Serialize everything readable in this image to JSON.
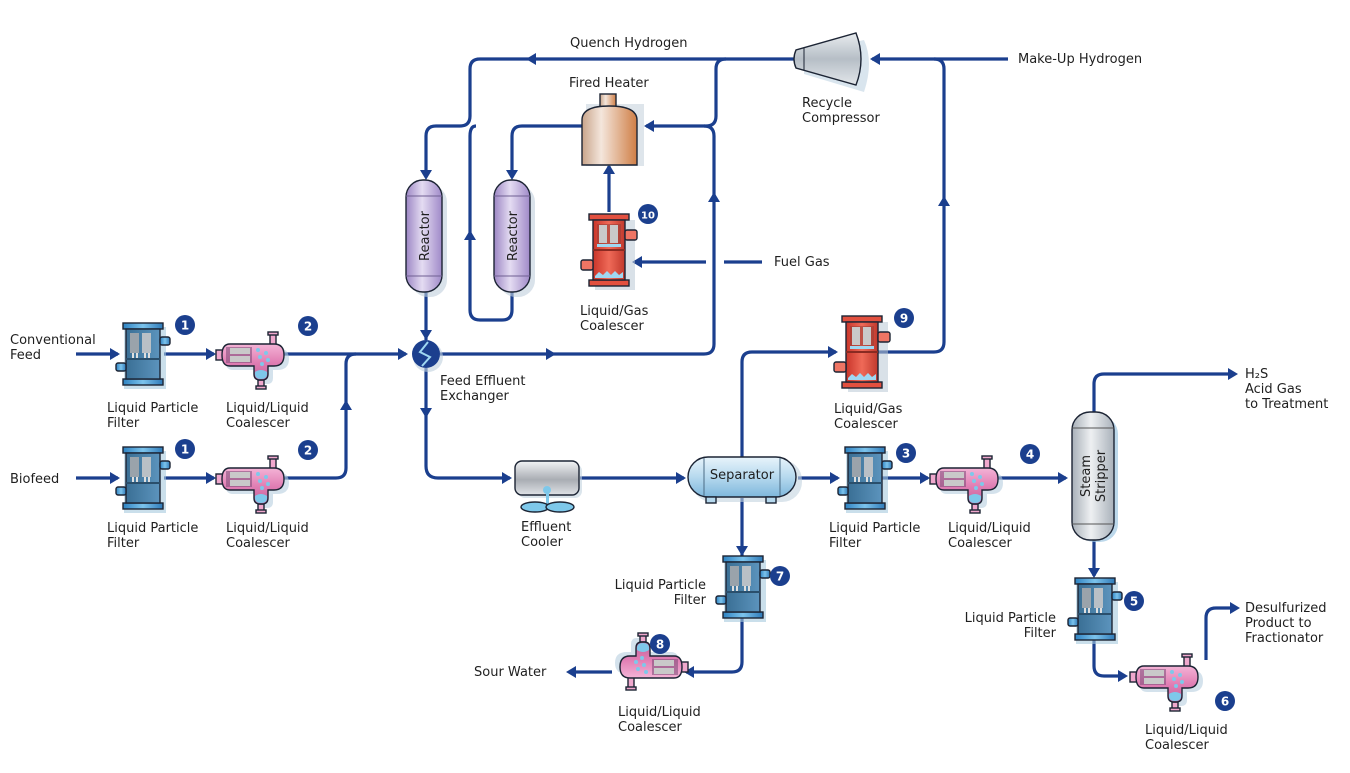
{
  "diagram": {
    "title": "Hydrotreating / Renewable Diesel Process Flow",
    "colors": {
      "pipe": "#1b3f8e",
      "badge": "#1b3f8e",
      "liquid_particle_filter": "#4a9fd6",
      "liquid_liquid_coalescer": "#e07fb3",
      "liquid_gas_coalescer": "#e2503f",
      "reactor": "#b9a6d6",
      "fired_heater": "#d9a37e",
      "vessel_grey": "#c9cfd6"
    },
    "streams": {
      "conventional_feed": [
        "Conventional",
        "Feed"
      ],
      "biofeed": "Biofeed",
      "quench_hydrogen": "Quench Hydrogen",
      "make_up_hydrogen": "Make-Up Hydrogen",
      "fuel_gas": "Fuel Gas",
      "h2s": "H₂S",
      "acid_gas": [
        "Acid Gas",
        "to Treatment"
      ],
      "sour_water": "Sour Water",
      "desulfurized": [
        "Desulfurized",
        "Product to",
        "Fractionator"
      ]
    },
    "equipment": {
      "lpf_1a": {
        "badge": "1",
        "label": [
          "Liquid Particle",
          "Filter"
        ]
      },
      "llc_2a": {
        "badge": "2",
        "label": [
          "Liquid/Liquid",
          "Coalescer"
        ]
      },
      "lpf_1b": {
        "badge": "1",
        "label": [
          "Liquid Particle",
          "Filter"
        ]
      },
      "llc_2b": {
        "badge": "2",
        "label": [
          "Liquid/Liquid",
          "Coalescer"
        ]
      },
      "reactor_1": {
        "label": "Reactor"
      },
      "reactor_2": {
        "label": "Reactor"
      },
      "fired_heater": {
        "label": "Fired Heater"
      },
      "recycle_compressor": {
        "label": [
          "Recycle",
          "Compressor"
        ]
      },
      "lgc_10": {
        "badge": "10",
        "label": [
          "Liquid/Gas",
          "Coalescer"
        ]
      },
      "feed_effluent_exchanger": {
        "label": [
          "Feed Effluent",
          "Exchanger"
        ]
      },
      "effluent_cooler": {
        "label": [
          "Effluent",
          "Cooler"
        ]
      },
      "separator": {
        "label": "Separator"
      },
      "lgc_9": {
        "badge": "9",
        "label": [
          "Liquid/Gas",
          "Coalescer"
        ]
      },
      "lpf_3": {
        "badge": "3",
        "label": [
          "Liquid Particle",
          "Filter"
        ]
      },
      "llc_4": {
        "badge": "4",
        "label": [
          "Liquid/Liquid",
          "Coalescer"
        ]
      },
      "steam_stripper": {
        "label": [
          "Steam",
          "Stripper"
        ]
      },
      "lpf_5": {
        "badge": "5",
        "label": [
          "Liquid Particle",
          "Filter"
        ]
      },
      "llc_6": {
        "badge": "6",
        "label": [
          "Liquid/Liquid",
          "Coalescer"
        ]
      },
      "lpf_7": {
        "badge": "7",
        "label": [
          "Liquid Particle",
          "Filter"
        ]
      },
      "llc_8": {
        "badge": "8",
        "label": [
          "Liquid/Liquid",
          "Coalescer"
        ]
      }
    }
  }
}
